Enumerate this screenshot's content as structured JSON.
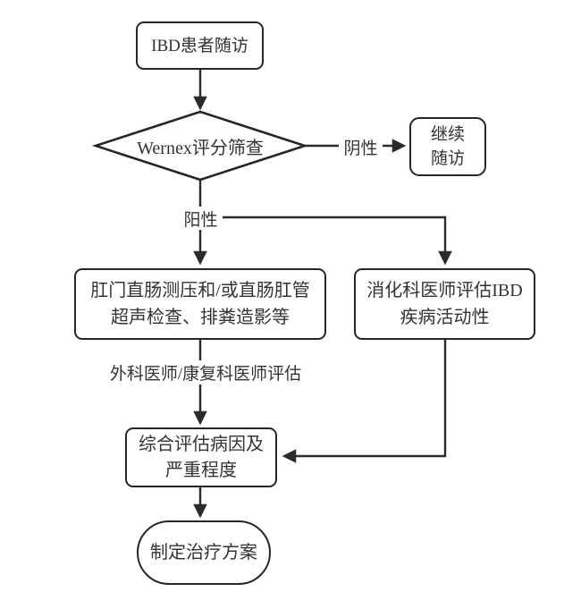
{
  "colors": {
    "background": "#ffffff",
    "line": "#2b2b2b",
    "border": "#262626",
    "text": "#333333"
  },
  "nodes": {
    "start": {
      "label": "IBD患者随访"
    },
    "decision": {
      "label": "Wernex评分筛查"
    },
    "continue_followup": {
      "line1": "继续",
      "line2": "随访"
    },
    "left_exam": {
      "line1": "肛门直肠测压和/或直肠肛管",
      "line2": "超声检查、排粪造影等"
    },
    "right_assess": {
      "line1": "消化科医师评估IBD",
      "line2": "疾病活动性"
    },
    "comprehensive": {
      "line1": "综合评估病因及",
      "line2": "严重程度"
    },
    "treatment": {
      "label": "制定治疗方案"
    }
  },
  "edge_labels": {
    "negative": "阴性",
    "positive": "阳性",
    "surgeon_eval": "外科医师/康复科医师评估"
  }
}
